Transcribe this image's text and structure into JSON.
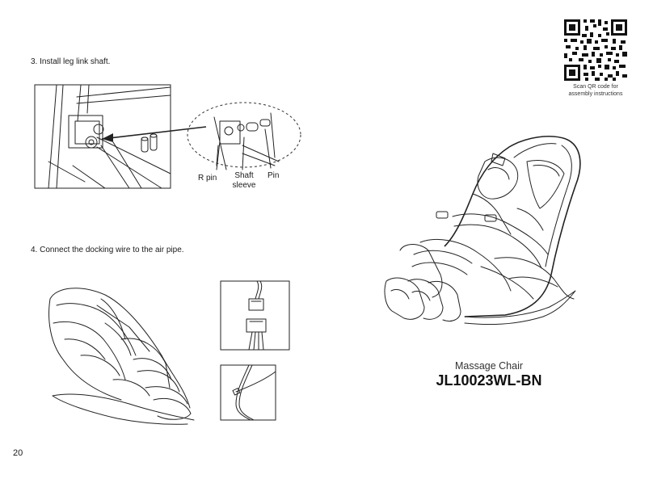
{
  "steps": {
    "step3": "3. Install leg link shaft.",
    "step4": "4. Connect the docking wire to the air pipe."
  },
  "callouts": {
    "r_pin": "R pin",
    "shaft_sleeve_line1": "Shaft",
    "shaft_sleeve_line2": "sleeve",
    "pin": "Pin"
  },
  "qr": {
    "caption_line1": "Scan QR code for",
    "caption_line2": "assembly instructions",
    "icon": "qr-code-icon"
  },
  "product": {
    "name": "Massage Chair",
    "model": "JL10023WL-BN"
  },
  "page_number": "20"
}
